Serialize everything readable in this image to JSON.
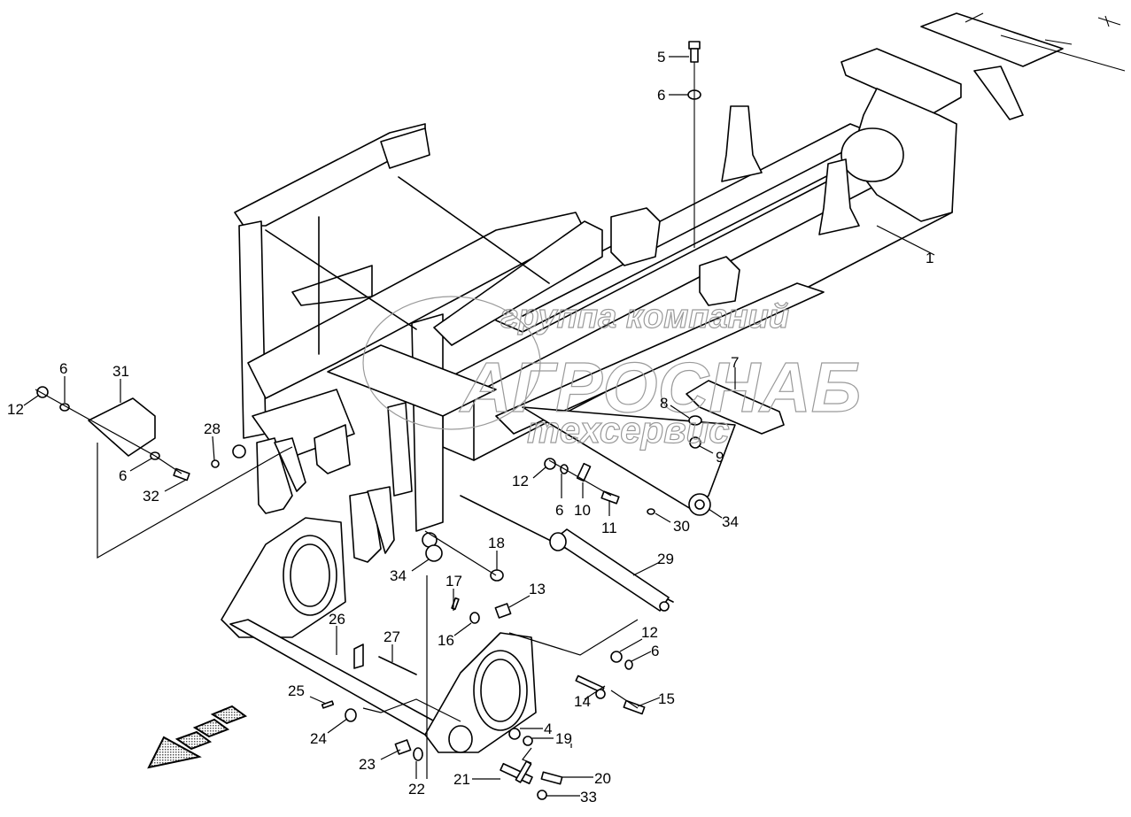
{
  "diagram": {
    "type": "exploded-parts-diagram",
    "subject": "frame assembly",
    "line_color": "#000000",
    "background": "#ffffff"
  },
  "watermark": {
    "line1": "группа компаний",
    "line2": "АГРОСНАБ",
    "line3": "техсервис",
    "color": "#9a9a9a"
  },
  "callouts": [
    {
      "id": "c1",
      "label": "1"
    },
    {
      "id": "c5",
      "label": "5"
    },
    {
      "id": "c6a",
      "label": "6"
    },
    {
      "id": "c7",
      "label": "7"
    },
    {
      "id": "c8",
      "label": "8"
    },
    {
      "id": "c9",
      "label": "9"
    },
    {
      "id": "c12a",
      "label": "12"
    },
    {
      "id": "c6b",
      "label": "6"
    },
    {
      "id": "c31",
      "label": "31"
    },
    {
      "id": "c6c",
      "label": "6"
    },
    {
      "id": "c32",
      "label": "32"
    },
    {
      "id": "c28",
      "label": "28"
    },
    {
      "id": "c12b",
      "label": "12"
    },
    {
      "id": "c6d",
      "label": "6"
    },
    {
      "id": "c10",
      "label": "10"
    },
    {
      "id": "c11",
      "label": "11"
    },
    {
      "id": "c30",
      "label": "30"
    },
    {
      "id": "c34a",
      "label": "34"
    },
    {
      "id": "c34b",
      "label": "34"
    },
    {
      "id": "c18",
      "label": "18"
    },
    {
      "id": "c29",
      "label": "29"
    },
    {
      "id": "c17",
      "label": "17"
    },
    {
      "id": "c13",
      "label": "13"
    },
    {
      "id": "c16",
      "label": "16"
    },
    {
      "id": "c26",
      "label": "26"
    },
    {
      "id": "c27",
      "label": "27"
    },
    {
      "id": "c12c",
      "label": "12"
    },
    {
      "id": "c6e",
      "label": "6"
    },
    {
      "id": "c14",
      "label": "14"
    },
    {
      "id": "c15",
      "label": "15"
    },
    {
      "id": "c25",
      "label": "25"
    },
    {
      "id": "c24",
      "label": "24"
    },
    {
      "id": "c4",
      "label": "4"
    },
    {
      "id": "c19",
      "label": "19"
    },
    {
      "id": "c23",
      "label": "23"
    },
    {
      "id": "c22",
      "label": "22"
    },
    {
      "id": "c21",
      "label": "21"
    },
    {
      "id": "c20",
      "label": "20"
    },
    {
      "id": "c33",
      "label": "33"
    }
  ],
  "direction_arrow": {
    "meaning": "direction of travel",
    "pattern": "dotted"
  }
}
